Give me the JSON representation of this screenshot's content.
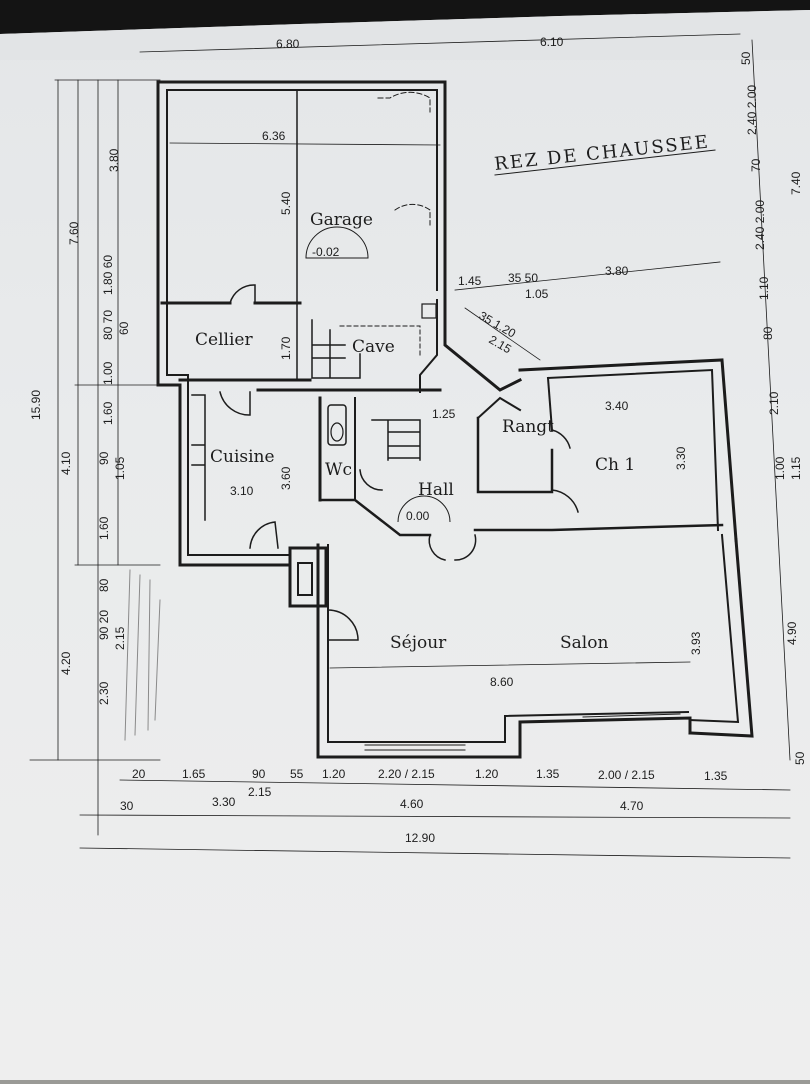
{
  "title": "REZ DE CHAUSSEE",
  "rooms": {
    "garage": "Garage",
    "cellier": "Cellier",
    "cave": "Cave",
    "cuisine": "Cuisine",
    "wc": "Wc",
    "hall": "Hall",
    "rangt": "Rangt",
    "ch1": "Ch 1",
    "sejour": "Séjour",
    "salon": "Salon"
  },
  "levels": {
    "garage": "-0.02",
    "hall": "0.00"
  },
  "dims_top": {
    "left": "6.80",
    "right": "6.10"
  },
  "dims_interior": {
    "garage_width": "6.36",
    "garage_depth": "5.40",
    "cellier_depth": "1.70",
    "cuisine_depth": "3.60",
    "cuisine_width": "3.10",
    "hall_width": "1.25",
    "ch1_width": "3.40",
    "ch1_depth": "3.30",
    "salon_depth": "3.93",
    "sejour_width": "8.60",
    "corner_a": "1.45",
    "corner_b": "35 50",
    "corner_c": "1.05",
    "corner_d": "3.80",
    "diag_a": "35 1.20",
    "diag_b": "2.15"
  },
  "dims_left": {
    "total": "15.90",
    "upper": "7.60",
    "mid": "4.10",
    "lower": "4.20",
    "d1": "3.80",
    "d2": "1.80 60",
    "d3": "80 70",
    "d4": "60",
    "d5": "1.00",
    "d6": "1.60",
    "d7": "90",
    "d8": "1.05",
    "d9": "1.60",
    "d10": "80",
    "d11": "90 20",
    "d12": "2.15",
    "d13": "2.30"
  },
  "dims_right": {
    "total_upper": "7.40",
    "a": "50",
    "b": "2.40 2.00",
    "c": "70",
    "d": "2.40 2.00",
    "e": "1.10",
    "f": "80",
    "g": "2.10",
    "h": "1.00",
    "i": "1.15",
    "lower": "4.90",
    "bottom": "50"
  },
  "dims_bottom": {
    "row1": [
      "20",
      "1.65",
      "90",
      "55",
      "1.20",
      "2.20 / 2.15",
      "1.20",
      "1.35",
      "2.00 / 2.15",
      "1.35"
    ],
    "row1b": "2.15",
    "row2": [
      "30",
      "3.30",
      "4.60",
      "4.70"
    ],
    "total": "12.90"
  }
}
